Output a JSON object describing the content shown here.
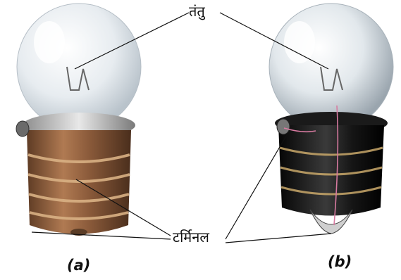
{
  "labels": {
    "filament": "तंतु",
    "terminal": "टर्मिनल"
  },
  "captions": {
    "a": "(a)",
    "b": "(b)"
  },
  "bulbs": [
    {
      "name": "bulb-a",
      "base_color": "#8a5a3a",
      "thread_color": "#c9a173"
    },
    {
      "name": "bulb-b",
      "base_color": "#1a1a1a",
      "thread_color": "#c9a86a"
    }
  ],
  "colors": {
    "glass": "#dfe6ec",
    "leader_line": "#111111",
    "wire": "#d77aa0"
  }
}
